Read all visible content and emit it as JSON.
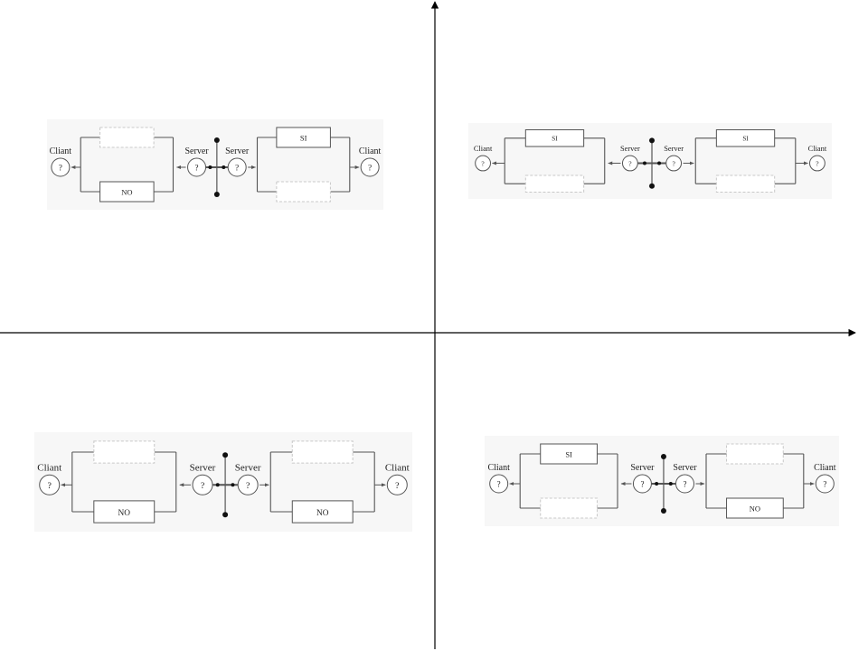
{
  "labels": {
    "client": "Cliant",
    "server": "Server",
    "unknown": "?"
  },
  "panels": [
    {
      "id": "top-left",
      "left_top": "",
      "left_bottom": "NO",
      "right_top": "SI",
      "right_bottom": ""
    },
    {
      "id": "top-right",
      "left_top": "SI",
      "left_bottom": "",
      "right_top": "SI",
      "right_bottom": ""
    },
    {
      "id": "bottom-left",
      "left_top": "",
      "left_bottom": "NO",
      "right_top": "",
      "right_bottom": "NO"
    },
    {
      "id": "bottom-right",
      "left_top": "SI",
      "left_bottom": "",
      "right_top": "",
      "right_bottom": "NO"
    }
  ],
  "colors": {
    "line": "#555555",
    "axis": "#000000",
    "empty_box": "#c8c8c8",
    "panel_bg": "#f7f7f7"
  }
}
